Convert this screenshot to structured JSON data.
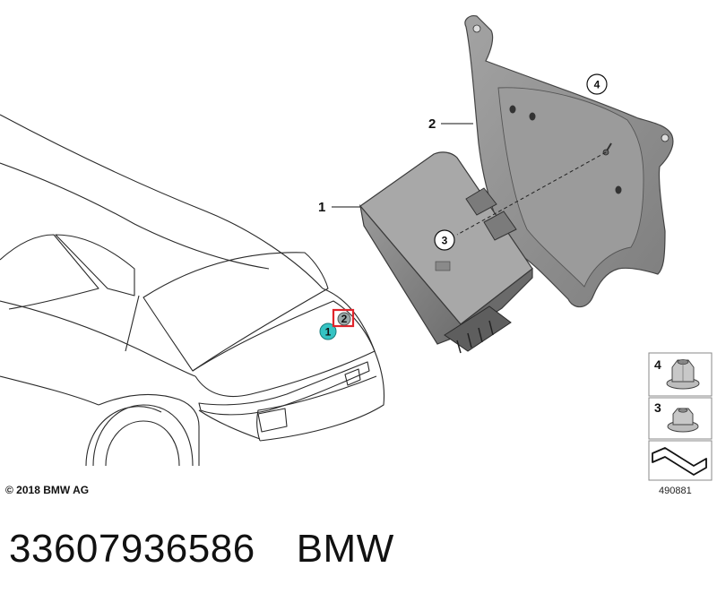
{
  "diagram": {
    "callouts": {
      "module": "1",
      "bracket": "2",
      "nut_small": "3",
      "nut_large": "4"
    },
    "car_markers": {
      "module": "1",
      "bracket": "2"
    },
    "legend": {
      "nut_large_num": "4",
      "nut_small_num": "3"
    },
    "colors": {
      "module_body": "#8a8a8a",
      "bracket_body": "#8f8f8f",
      "marker_teal": "#35c3c3",
      "marker_red": "#e0242b"
    },
    "copyright": "© 2018 BMW AG",
    "diagram_id": "490881"
  },
  "footer": {
    "part_number": "33607936586",
    "brand": "BMW"
  }
}
